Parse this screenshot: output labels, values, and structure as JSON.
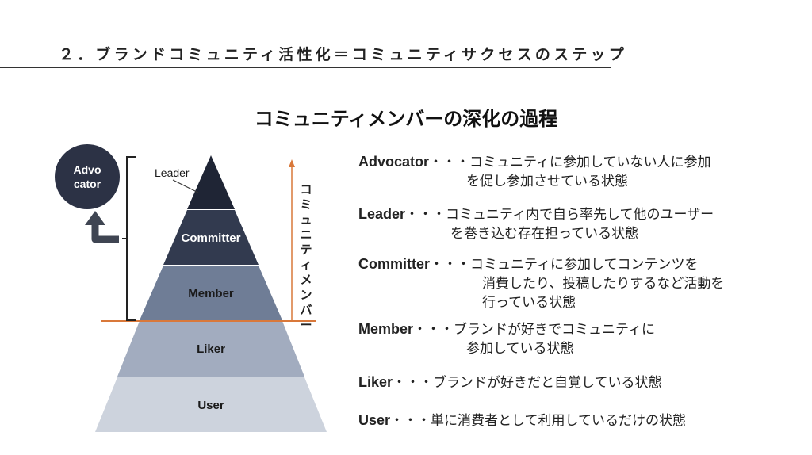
{
  "header": {
    "title": "２．ブランドコミュニティ活性化＝コミュニティサクセスのステップ"
  },
  "main": {
    "title": "コミュニティメンバーの深化の過程"
  },
  "pyramid": {
    "levels": [
      {
        "label": "Leader",
        "color": "#1f2535"
      },
      {
        "label": "Committer",
        "color": "#323a4f"
      },
      {
        "label": "Member",
        "color": "#6f7d96"
      },
      {
        "label": "Liker",
        "color": "#a2acbf"
      },
      {
        "label": "User",
        "color": "#cdd3dd"
      }
    ],
    "advocator_circle": {
      "line1": "Advo",
      "line2": "cator",
      "color": "#2c3245"
    },
    "axis_label": "コミュニティメンバー",
    "accent_color": "#d9783a"
  },
  "descriptions": [
    {
      "term": "Advocator",
      "sep": "・・・",
      "line1": "コミュニティに参加していない人に参加",
      "line2": "を促し参加させている状態",
      "line3": ""
    },
    {
      "term": "Leader",
      "sep": "・・・",
      "line1": "コミュニティ内で自ら率先して他のユーザー",
      "line2": "を巻き込む存在担っている状態",
      "line3": ""
    },
    {
      "term": "Committer",
      "sep": "・・・",
      "line1": "コミュニティに参加してコンテンツを",
      "line2": "消費したり、投稿したりするなど活動を",
      "line3": "行っている状態"
    },
    {
      "term": "Member",
      "sep": "・・・",
      "line1": "ブランドが好きでコミュニティに",
      "line2": "参加している状態",
      "line3": ""
    },
    {
      "term": "Liker",
      "sep": "・・・",
      "line1": "ブランドが好きだと自覚している状態",
      "line2": "",
      "line3": ""
    },
    {
      "term": "User",
      "sep": "・・・",
      "line1": "単に消費者として利用しているだけの状態",
      "line2": "",
      "line3": ""
    }
  ]
}
